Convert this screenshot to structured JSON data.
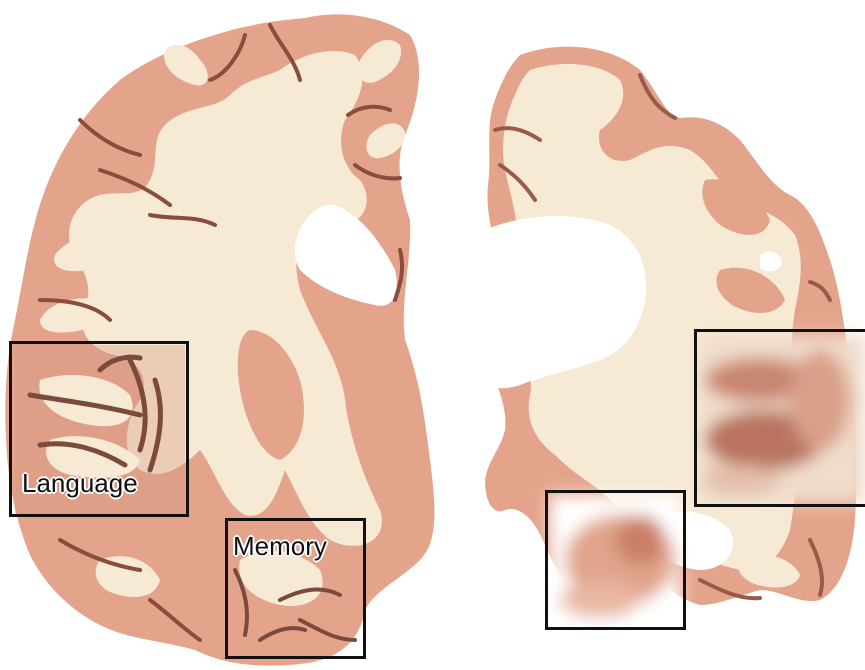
{
  "image": {
    "subject": "coronal-brain-slices",
    "colors": {
      "background": "#ffffff",
      "gray_matter": "#e4a48c",
      "gray_matter_dark": "#c9826c",
      "white_matter": "#f6ead4",
      "sulcus": "#7a4a3c",
      "box_border": "#111111"
    }
  },
  "regions": {
    "language": {
      "label": "Language"
    },
    "memory": {
      "label": "Memory"
    }
  }
}
